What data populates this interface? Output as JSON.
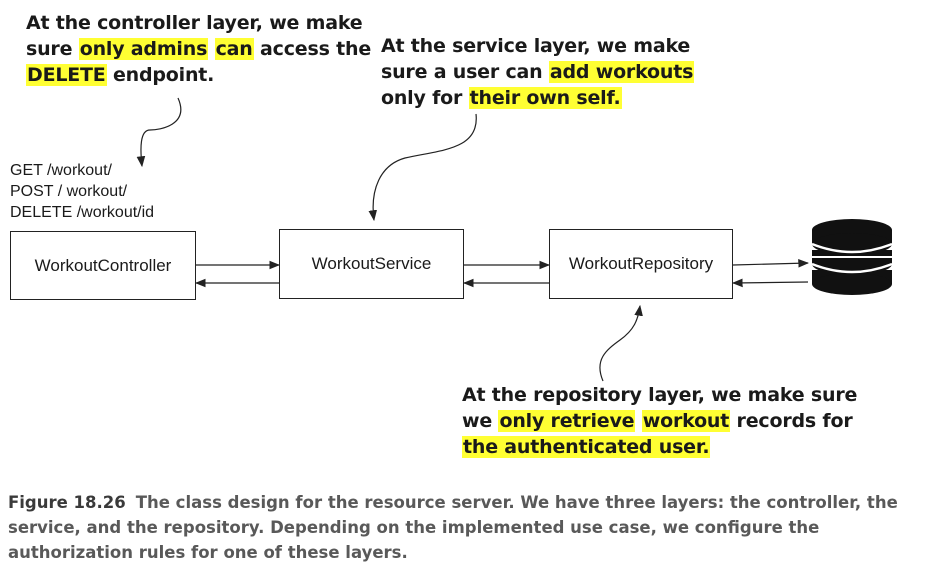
{
  "notes": {
    "controller": {
      "line1": "At the controller layer, we make",
      "line2_a": "sure ",
      "line2_h1": "only admins",
      "line2_b": " ",
      "line2_h2": "can",
      "line2_c": " access the",
      "line3_h": "DELETE",
      "line3_b": " endpoint."
    },
    "service": {
      "line1": "At the service layer, we make",
      "line2_a": "sure a user can ",
      "line2_h": "add workouts",
      "line3_a": "only for ",
      "line3_h": "their own self."
    },
    "repository": {
      "line1": "At the repository layer, we make sure",
      "line2_a": "we ",
      "line2_h1": "only retrieve",
      "line2_b": " ",
      "line2_h2": "workout",
      "line2_c": " records for",
      "line3_h": "the authenticated user."
    }
  },
  "endpoints": [
    "GET /workout/",
    "POST / workout/",
    "DELETE /workout/id"
  ],
  "boxes": {
    "controller": "WorkoutController",
    "service": "WorkoutService",
    "repository": "WorkoutRepository"
  },
  "caption": {
    "figure": "Figure 18.26",
    "text": "The class design for the resource server. We have three layers: the controller, the service, and the repository. Depending on the implemented use case, we configure the authorization rules for one of these layers."
  },
  "colors": {
    "highlight": "#ffff33",
    "caption": "#595959"
  }
}
